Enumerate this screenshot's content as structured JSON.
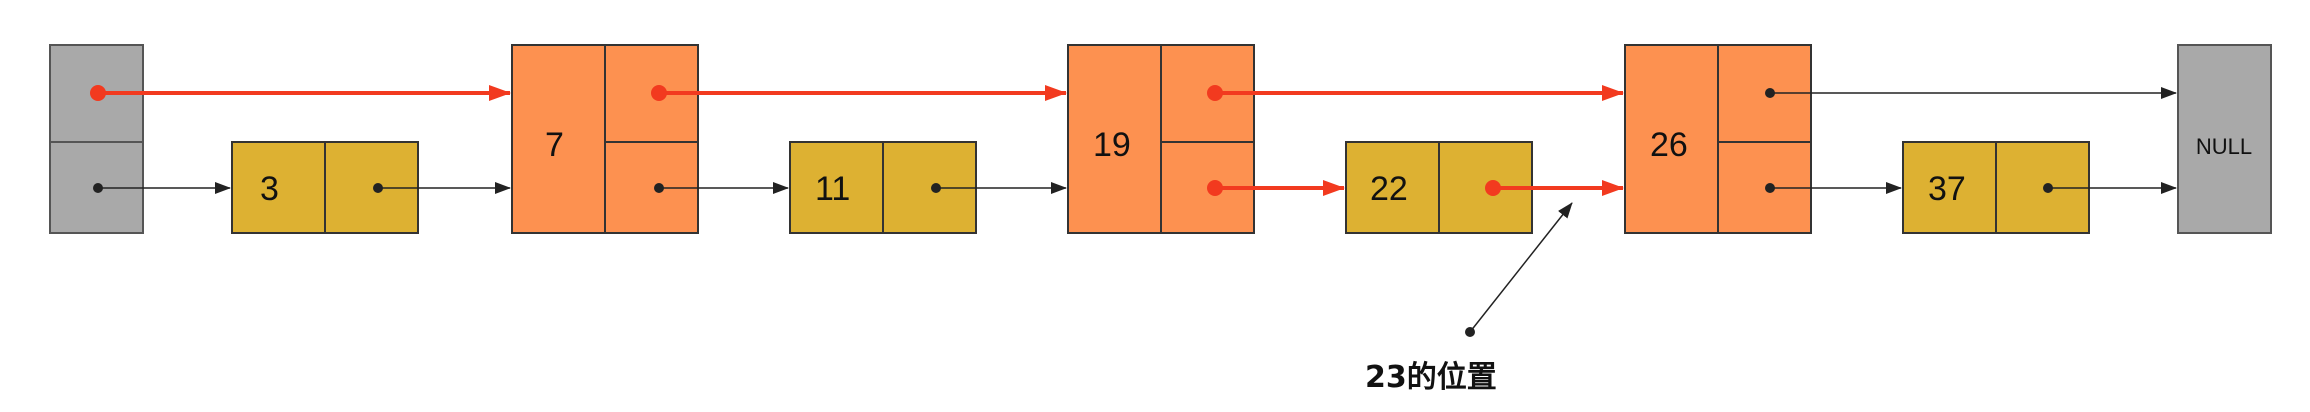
{
  "head": {
    "levels": 2
  },
  "nodes": [
    {
      "value": "3",
      "levels": 1
    },
    {
      "value": "7",
      "levels": 2
    },
    {
      "value": "11",
      "levels": 1
    },
    {
      "value": "19",
      "levels": 2
    },
    {
      "value": "22",
      "levels": 1
    },
    {
      "value": "26",
      "levels": 2
    },
    {
      "value": "37",
      "levels": 1
    }
  ],
  "null_node": {
    "label": "NULL"
  },
  "search_path": [
    "head L2",
    "7 L2",
    "19 L2",
    "19 L1",
    "22 L1",
    "26"
  ],
  "annotation": {
    "label": "23的位置"
  },
  "colors": {
    "level2_node": "#fd9150",
    "level1_node": "#ddb132",
    "head_null": "#a9a9a9",
    "search_arrow": "#f23a1f",
    "normal_arrow": "#222222"
  }
}
